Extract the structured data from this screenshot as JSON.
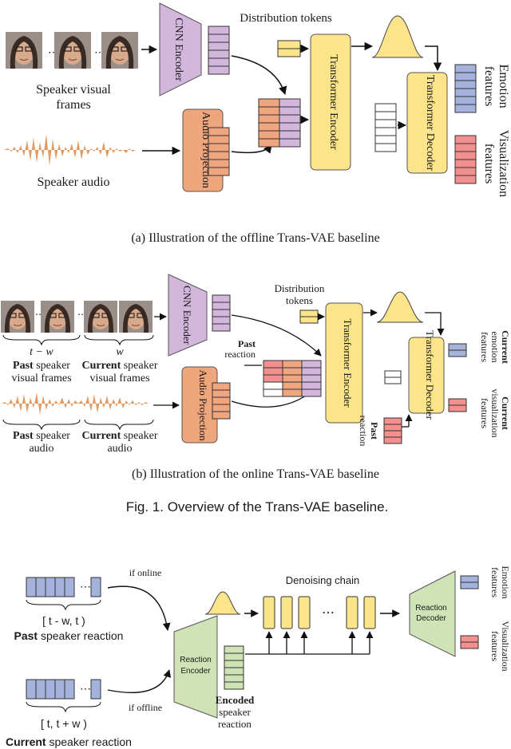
{
  "colors": {
    "purple": "#d3b6dc",
    "orange": "#f0a67c",
    "yellow": "#fbe48a",
    "blue": "#a4b2dc",
    "red": "#f48f8f",
    "green": "#cfe3b6",
    "skin": "#d8a98a",
    "wave": "#e09a62"
  },
  "panel_a": {
    "distribution_tokens": "Distribution tokens",
    "cnn_encoder": "CNN Encoder",
    "speaker_visual_frames": [
      "Speaker visual",
      "frames"
    ],
    "audio_projection": "Audio Projection",
    "speaker_audio": "Speaker audio",
    "transformer_encoder": "Transformer Encoder",
    "transformer_decoder": "Transformer Decoder",
    "emotion_features": [
      "Emotion",
      "features"
    ],
    "visualization_features": [
      "Visualization",
      "features"
    ],
    "caption": "(a)  Illustration of the offline Trans-VAE baseline"
  },
  "panel_b": {
    "distribution_tokens": [
      "Distribution",
      "tokens"
    ],
    "cnn_encoder": "CNN Encoder",
    "audio_projection": "Audio Projection",
    "transformer_encoder": "Transformer Encoder",
    "transformer_decoder": "Transformer Decoder",
    "brace_past": "t − w",
    "brace_current": "w",
    "past_visual": [
      "Past speaker",
      "visual frames"
    ],
    "current_visual": [
      "Current speaker",
      "visual frames"
    ],
    "past_audio": [
      "Past speaker",
      "audio"
    ],
    "current_audio": [
      "Current speaker",
      "audio"
    ],
    "past_reaction_top": [
      "Past",
      "reaction"
    ],
    "past_reaction_bottom": [
      "Past",
      "reaction"
    ],
    "current_emotion": [
      "Current",
      "emotion",
      "features"
    ],
    "current_visualization": [
      "Current",
      "visualization",
      "features"
    ],
    "caption": "(b)  Illustration of the online Trans-VAE baseline"
  },
  "fig1_caption": "Fig. 1.  Overview of the Trans-VAE baseline.",
  "panel_c": {
    "if_online": "if online",
    "if_offline": "if offline",
    "range_past": "[ t - w, t )",
    "range_current": "[ t, t + w )",
    "past_reaction": [
      "Past",
      " speaker reaction"
    ],
    "current_reaction": [
      "Current",
      " speaker reaction"
    ],
    "reaction_encoder": [
      "Reaction",
      "Encoder"
    ],
    "encoded": [
      "Encoded",
      "speaker",
      "reaction"
    ],
    "denoising_chain": "Denoising chain",
    "ellipsis": "⋯",
    "reaction_decoder": [
      "Reaction",
      "Decoder"
    ],
    "emotion_features": [
      "Emotion",
      "features"
    ],
    "visualization_features": [
      "Visualization",
      "features"
    ]
  }
}
